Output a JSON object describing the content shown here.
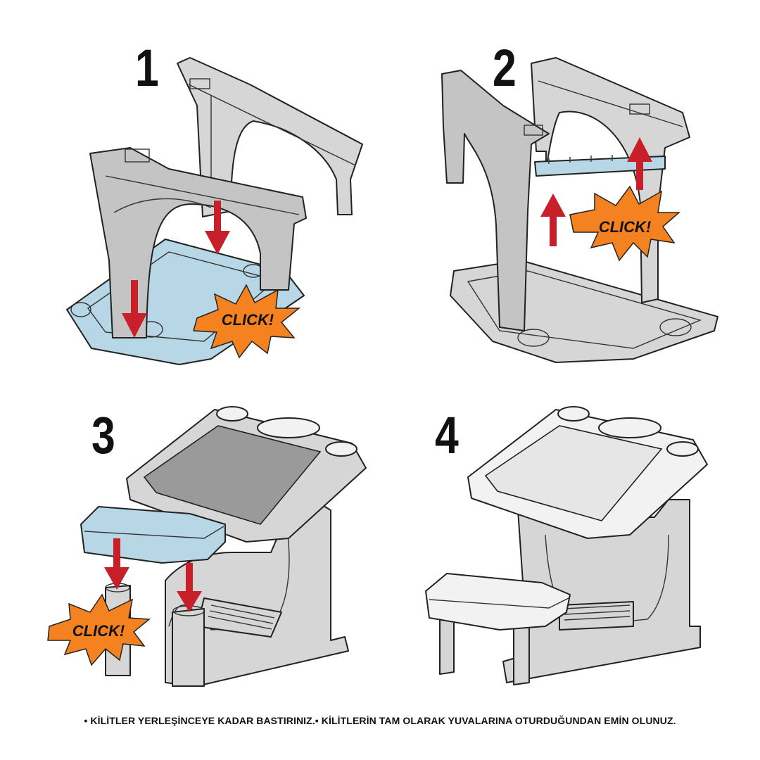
{
  "steps": [
    {
      "number": "1",
      "badge": "CLICK!"
    },
    {
      "number": "2",
      "badge": "CLICK!"
    },
    {
      "number": "3",
      "badge": "CLICK!"
    },
    {
      "number": "4"
    }
  ],
  "instructions": "• KİLİTLER YERLEŞİNCEYE KADAR BASTIRINIZ.• KİLİTLERİN TAM OLARAK YUVALARINA OTURDUĞUNDAN EMİN OLUNUZ.",
  "colors": {
    "part_grey": "#d6d6d6",
    "part_blue": "#b7d7e6",
    "arrow_red": "#c8202a",
    "click_orange": "#f58220"
  }
}
